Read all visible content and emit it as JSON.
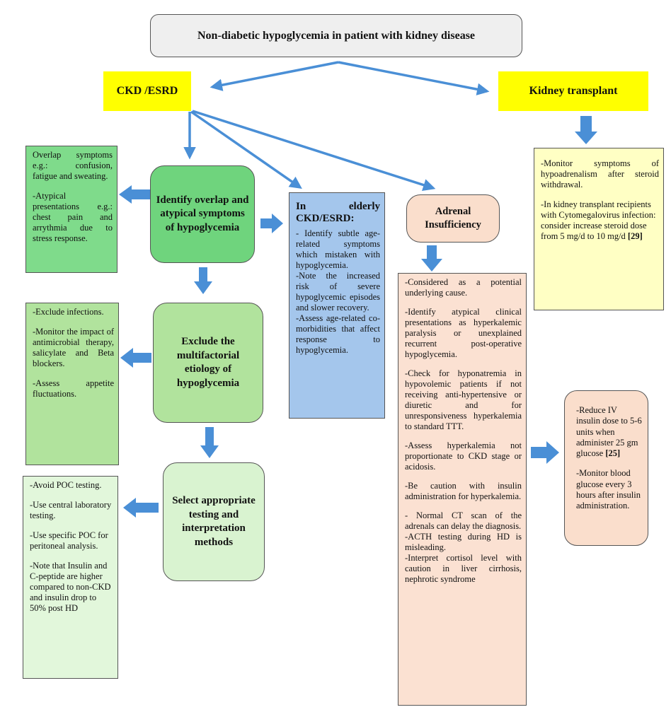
{
  "title": "Non-diabetic hypoglycemia in patient with kidney disease",
  "ckd": "CKD /ESRD",
  "kidney_transplant": "Kidney transplant",
  "node_overlap": "Identify overlap and atypical symptoms of hypoglycemia",
  "node_exclude": "Exclude the multifactorial etiology of hypoglycemia",
  "node_select": "Select appropriate testing and interpretation methods",
  "node_adrenal": "Adrenal Insufficiency",
  "overlap_panel": [
    "Overlap symptoms e.g.: confusion, fatigue and sweating.",
    "-Atypical presentations e.g.: chest pain and arrythmia due to stress response."
  ],
  "exclude_panel": [
    "-Exclude infections.",
    "-Monitor the impact of antimicrobial therapy, salicylate and Beta blockers.",
    "-Assess appetite fluctuations."
  ],
  "poc_panel": [
    "-Avoid POC testing.",
    "-Use central laboratory testing.",
    "-Use specific POC for peritoneal analysis.",
    "-Note that Insulin and C-peptide are higher compared to non-CKD and insulin drop to 50% post HD"
  ],
  "elderly_title": "In elderly CKD/ESRD:",
  "elderly_panel": [
    "- Identify subtle age-related symptoms which mistaken with hypoglycemia.",
    "-Note the increased risk of severe hypoglycemic episodes and slower recovery.",
    "-Assess age-related co-morbidities that affect response to hypoglycemia."
  ],
  "adrenal_panel": [
    "-Considered as a potential underlying cause.",
    "-Identify atypical clinical presentations as hyperkalemic paralysis or unexplained recurrent post-operative hypoglycemia.",
    "-Check for hyponatremia in hypovolemic patients if not receiving anti-hypertensive or diuretic and for unresponsiveness hyperkalemia to standard TTT.",
    "-Assess hyperkalemia not proportionate to CKD stage or acidosis.",
    "-Be caution with insulin administration for hyperkalemia.",
    "- Normal CT scan of the adrenals can delay the diagnosis.",
    "-ACTH testing during HD is misleading.",
    "-Interpret cortisol level with caution in liver cirrhosis, nephrotic syndrome"
  ],
  "reduce_panel": {
    "item1": "-Reduce IV insulin dose to 5-6 units when administer 25 gm glucose",
    "item1_ref": "[25]",
    "item2": "-Monitor blood glucose every 3 hours after insulin administration."
  },
  "kt_panel": {
    "item1": "-Monitor symptoms of hypoadrenalism after steroid withdrawal.",
    "item2": "-In kidney transplant recipients with Cytomegalovirus infection: consider increase steroid dose from 5 mg/d to 10 mg/d",
    "item2_ref": "[29]"
  },
  "colors": {
    "arrow": "#4a8fd6",
    "yellow": "#ffff00",
    "green_dark": "#6fd47d",
    "green_mid": "#b1e39d",
    "green_light": "#d9f3d0",
    "blue_panel": "#a4c6ec",
    "peach": "#fadecc",
    "cream": "#ffffc4"
  }
}
